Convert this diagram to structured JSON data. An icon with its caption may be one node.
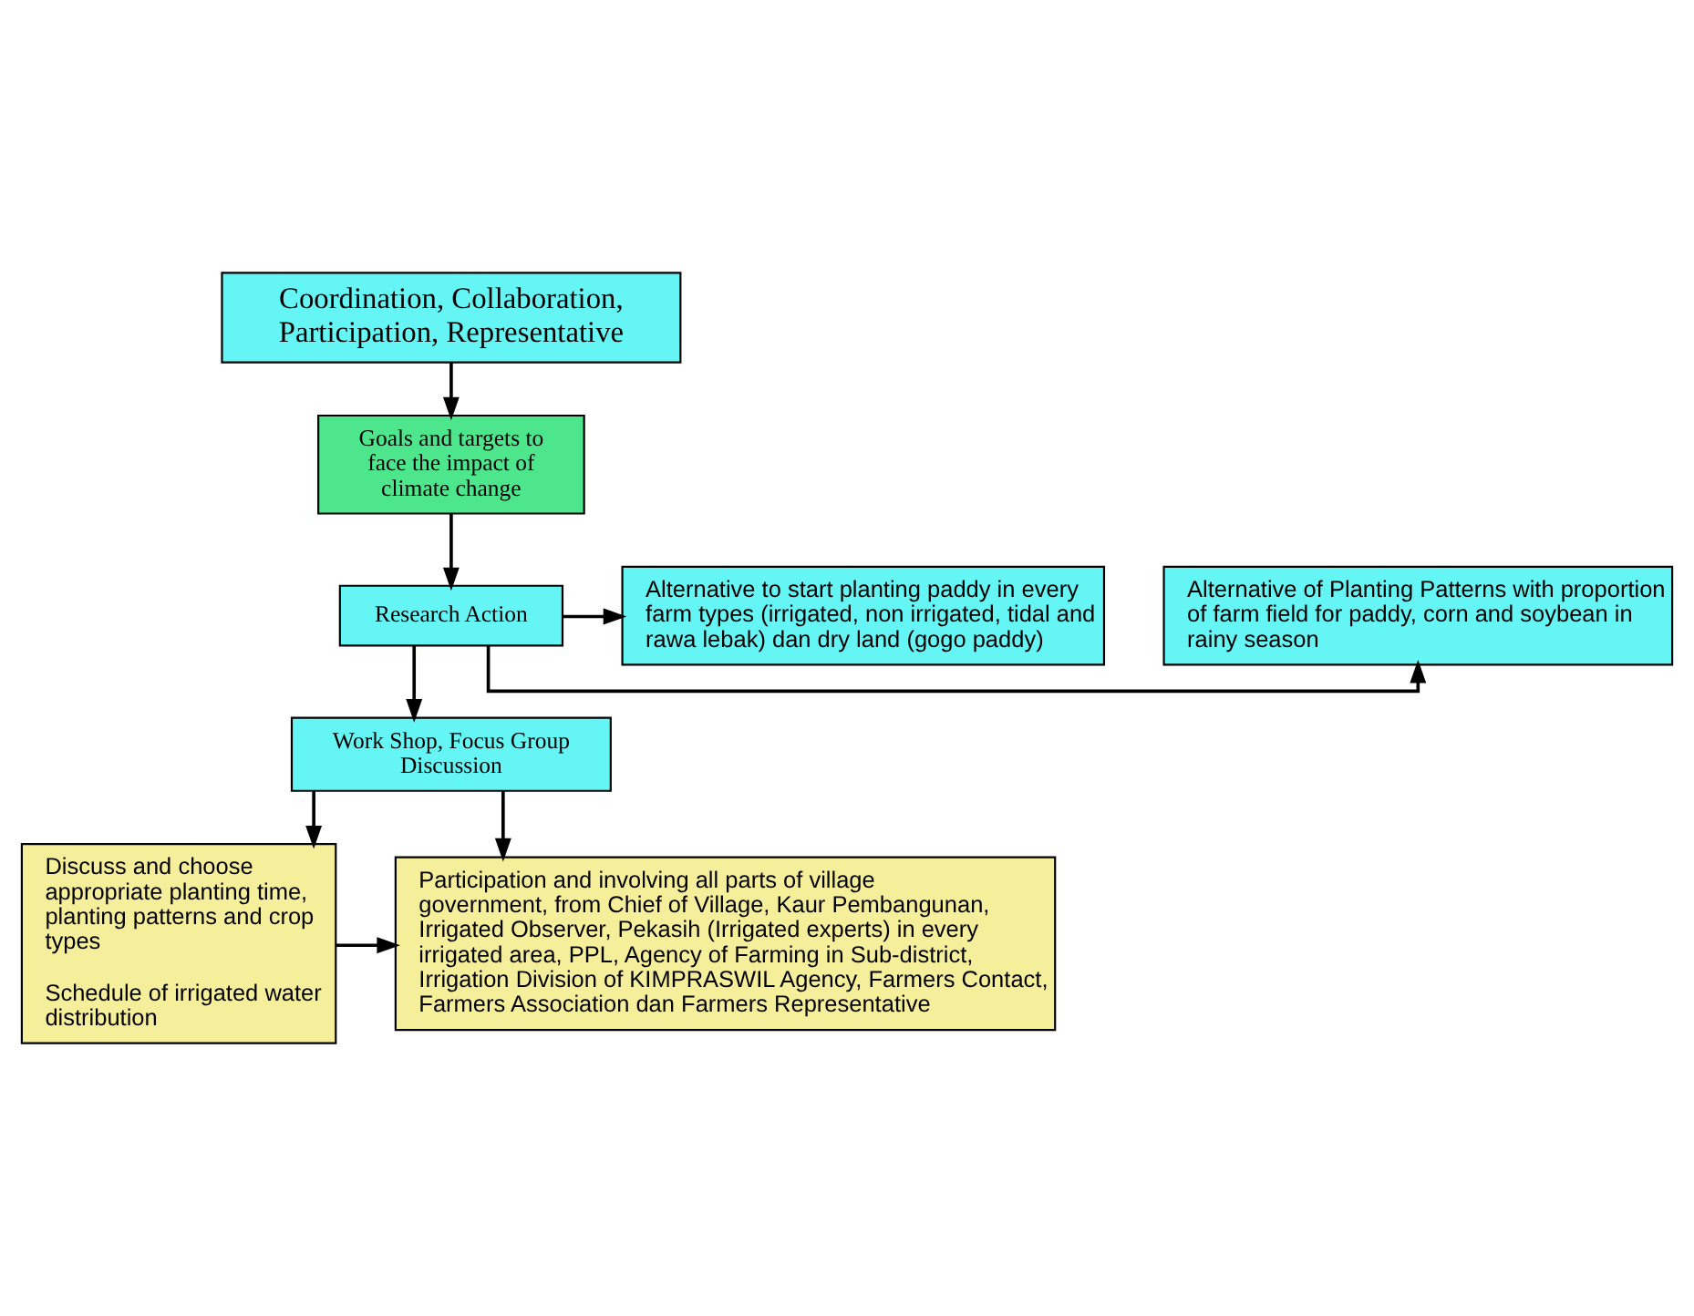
{
  "diagram": {
    "nodes": [
      {
        "text": [
          "Coordination, Collaboration, Participation, Representative"
        ]
      },
      {
        "text": [
          "Goals and targets to face the impact of climate change"
        ]
      },
      {
        "text": [
          "Research Action"
        ]
      },
      {
        "text": [
          "Work Shop, Focus Group Discussion"
        ]
      },
      {
        "text": [
          "Discuss and choose appropriate planting time, planting patterns and crop types",
          "Schedule of irrigated water distribution"
        ]
      },
      {
        "text": [
          "Alternative to start planting paddy in every farm types (irrigated, non irrigated, tidal and rawa lebak) dan dry land (gogo paddy)"
        ]
      },
      {
        "text": [
          "Alternative of Planting Patterns with proportion of farm field for paddy, corn and soybean in rainy season"
        ]
      },
      {
        "text": [
          "Participation and involving all parts of village government, from Chief of Village, Kaur Pembangunan, Irrigated Observer, Pekasih (Irrigated experts) in every irrigated area, PPL, Agency of Farming in Sub-district, Irrigation Division of KIMPRASWIL Agency, Farmers Contact, Farmers Association dan Farmers Representative"
        ]
      }
    ],
    "edges": [
      {
        "from": 0,
        "to": 1,
        "arrow": "to"
      },
      {
        "from": 1,
        "to": 2,
        "arrow": "to"
      },
      {
        "from": 2,
        "to": 3,
        "arrow": "to"
      },
      {
        "from": 3,
        "to": 4,
        "arrow": "to"
      },
      {
        "from": 2,
        "to": 5,
        "arrow": "to"
      },
      {
        "from": 2,
        "to": 6,
        "arrow": "to"
      },
      {
        "from": 3,
        "to": 7,
        "arrow": "to"
      },
      {
        "from": 4,
        "to": 7,
        "arrow": "to"
      }
    ]
  }
}
